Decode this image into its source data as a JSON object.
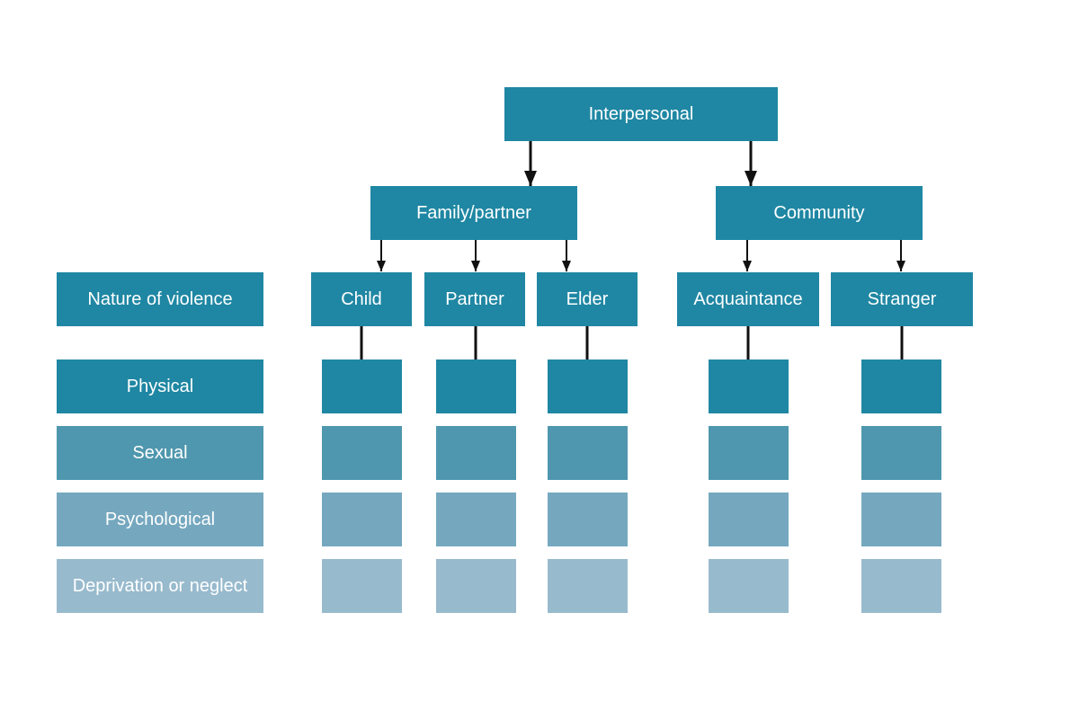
{
  "colors": {
    "primary": "#1f87a3",
    "physical": "#1f87a3",
    "sexual": "#4f97ae",
    "psychological": "#75a8bf",
    "deprivation": "#98bacd",
    "connector": "#111111"
  },
  "root": {
    "label": "Interpersonal"
  },
  "groups": [
    {
      "label": "Family/partner"
    },
    {
      "label": "Community"
    }
  ],
  "subtypes": [
    {
      "label": "Child"
    },
    {
      "label": "Partner"
    },
    {
      "label": "Elder"
    },
    {
      "label": "Acquaintance"
    },
    {
      "label": "Stranger"
    }
  ],
  "nature_header": "Nature of violence",
  "natures": [
    {
      "label": "Physical"
    },
    {
      "label": "Sexual"
    },
    {
      "label": "Psychological"
    },
    {
      "label": "Deprivation or neglect"
    }
  ]
}
